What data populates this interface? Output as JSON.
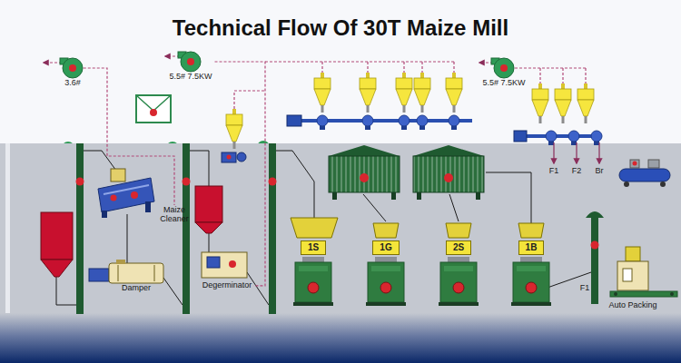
{
  "diagram": {
    "title": "Technical Flow Of 30T Maize Mill",
    "nodes": [
      {
        "text": [
          "3.6#"
        ]
      },
      {
        "text": [
          "5.5# 7.5KW"
        ]
      },
      {
        "text": [
          "5.5# 7.5KW"
        ]
      },
      {
        "text": [
          "Maize Cleaner"
        ]
      },
      {
        "text": [
          "Damper"
        ]
      },
      {
        "text": [
          "Degerminator"
        ]
      },
      {
        "text": [
          "1S"
        ]
      },
      {
        "text": [
          "1G"
        ]
      },
      {
        "text": [
          "2S"
        ]
      },
      {
        "text": [
          "1B"
        ]
      },
      {
        "text": [
          "Auto Packing"
        ]
      }
    ],
    "edges": [
      {
        "from": 0,
        "to": 3,
        "arrow": "none"
      },
      {
        "from": 1,
        "to": 5,
        "arrow": "none"
      }
    ],
    "labels": [
      "F1",
      "F2",
      "Br",
      "F1"
    ]
  }
}
